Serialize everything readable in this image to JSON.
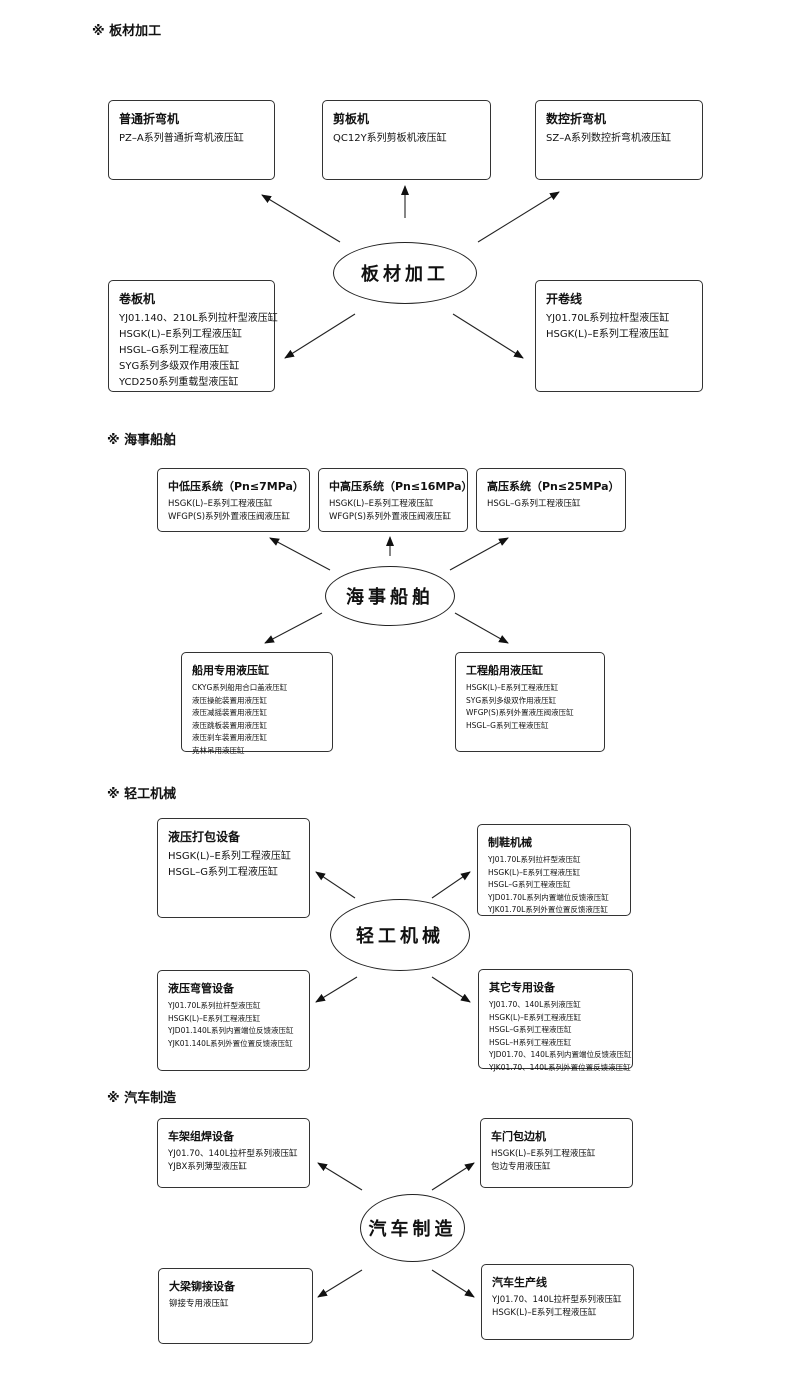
{
  "sections": [
    {
      "title": "※ 板材加工",
      "hub": "板材加工",
      "boxes": [
        {
          "title": "普通折弯机",
          "items": [
            "PZ–A系列普通折弯机液压缸"
          ]
        },
        {
          "title": "剪板机",
          "items": [
            "QC12Y系列剪板机液压缸"
          ]
        },
        {
          "title": "数控折弯机",
          "items": [
            "SZ–A系列数控折弯机液压缸"
          ]
        },
        {
          "title": "卷板机",
          "items": [
            "YJ01.140、210L系列拉杆型液压缸",
            "HSGK(L)–E系列工程液压缸",
            "HSGL–G系列工程液压缸",
            "SYG系列多级双作用液压缸",
            "YCD250系列重载型液压缸"
          ]
        },
        {
          "title": "开卷线",
          "items": [
            "YJ01.70L系列拉杆型液压缸",
            "HSGK(L)–E系列工程液压缸"
          ]
        }
      ]
    },
    {
      "title": "※ 海事船舶",
      "hub": "海事船舶",
      "boxes": [
        {
          "title": "中低压系统（Pn≤7MPa）",
          "items": [
            "HSGK(L)–E系列工程液压缸",
            "WFGP(S)系列外置液压阀液压缸"
          ]
        },
        {
          "title": "中高压系统（Pn≤16MPa）",
          "items": [
            "HSGK(L)–E系列工程液压缸",
            "WFGP(S)系列外置液压阀液压缸"
          ]
        },
        {
          "title": "高压系统（Pn≤25MPa）",
          "items": [
            "HSGL–G系列工程液压缸"
          ]
        },
        {
          "title": "船用专用液压缸",
          "items": [
            "CKYG系列船用合口盖液压缸",
            "液压操舵装置用液压缸",
            "液压减摇装置用液压缸",
            "液压跳板装置用液压缸",
            "液压刹车装置用液压缸",
            "克林吊用液压缸"
          ]
        },
        {
          "title": "工程船用液压缸",
          "items": [
            "HSGK(L)–E系列工程液压缸",
            "SYG系列多级双作用液压缸",
            "WFGP(S)系列外置液压阀液压缸",
            "HSGL–G系列工程液压缸"
          ]
        }
      ]
    },
    {
      "title": "※ 轻工机械",
      "hub": "轻工机械",
      "boxes": [
        {
          "title": "液压打包设备",
          "items": [
            "HSGK(L)–E系列工程液压缸",
            "HSGL–G系列工程液压缸"
          ]
        },
        {
          "title": "制鞋机械",
          "items": [
            "YJ01.70L系列拉杆型液压缸",
            "HSGK(L)–E系列工程液压缸",
            "HSGL–G系列工程液压缸",
            "YJD01.70L系列内置端位反馈液压缸",
            "YJK01.70L系列外置位置反馈液压缸"
          ]
        },
        {
          "title": "液压弯管设备",
          "items": [
            "YJ01.70L系列拉杆型液压缸",
            "HSGK(L)–E系列工程液压缸",
            "YJD01.140L系列内置端位反馈液压缸",
            "YJK01.140L系列外置位置反馈液压缸"
          ]
        },
        {
          "title": "其它专用设备",
          "items": [
            "YJ01.70、140L系列液压缸",
            "HSGK(L)–E系列工程液压缸",
            "HSGL–G系列工程液压缸",
            "HSGL–H系列工程液压缸",
            "YJD01.70、140L系列内置端位反馈液压缸",
            "YJK01.70、140L系列外置位置反馈液压缸"
          ]
        }
      ]
    },
    {
      "title": "※ 汽车制造",
      "hub": "汽车制造",
      "boxes": [
        {
          "title": "车架组焊设备",
          "items": [
            "YJ01.70、140L拉杆型系列液压缸",
            "YJBX系列薄型液压缸"
          ]
        },
        {
          "title": "车门包边机",
          "items": [
            "HSGK(L)–E系列工程液压缸",
            "包边专用液压缸"
          ]
        },
        {
          "title": "大梁铆接设备",
          "items": [
            "铆接专用液压缸"
          ]
        },
        {
          "title": "汽车生产线",
          "items": [
            "YJ01.70、140L拉杆型系列液压缸",
            "HSGK(L)–E系列工程液压缸"
          ]
        }
      ]
    }
  ]
}
